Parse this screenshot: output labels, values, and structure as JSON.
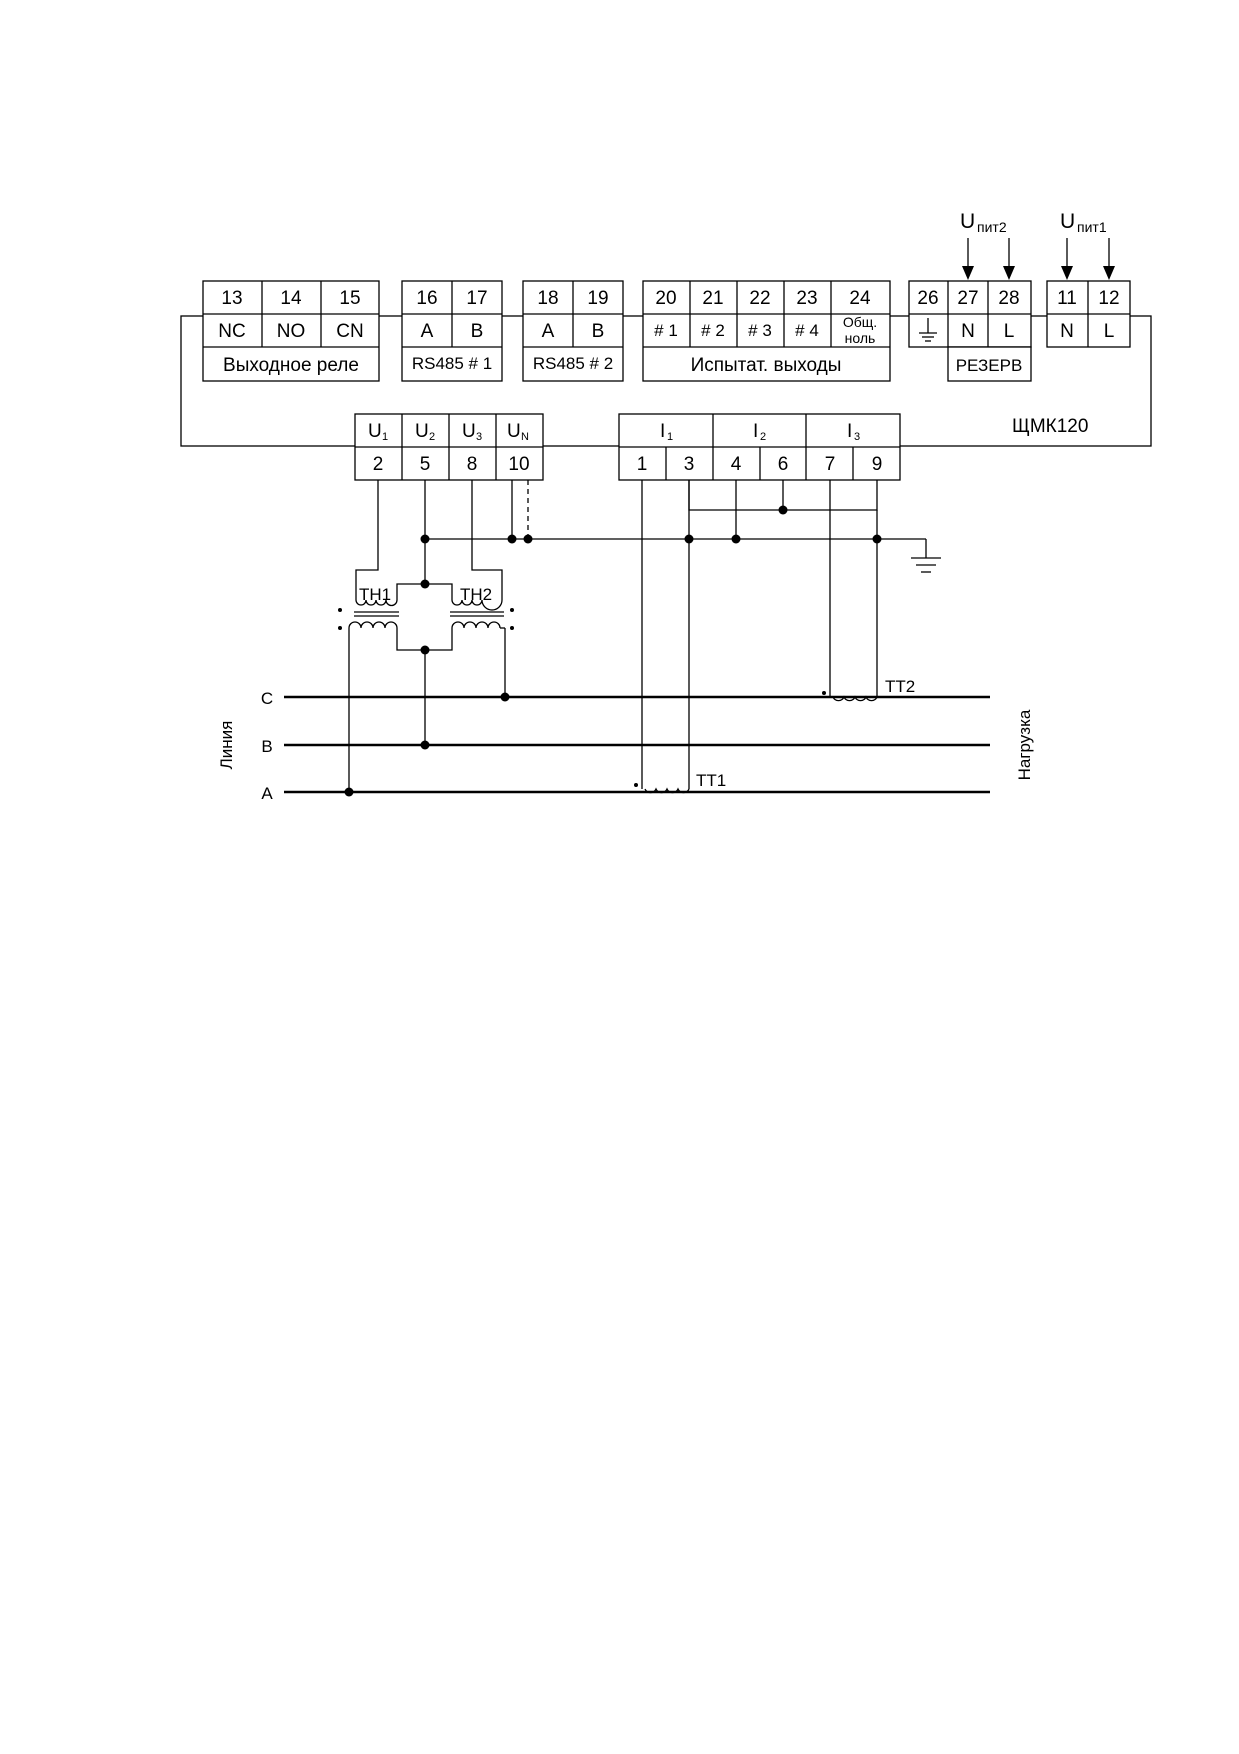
{
  "device_name": "ЩМК120",
  "supply": {
    "u_pit2": {
      "main": "U",
      "sub": "пит2"
    },
    "u_pit1": {
      "main": "U",
      "sub": "пит1"
    }
  },
  "relay": {
    "numbers": [
      "13",
      "14",
      "15"
    ],
    "signals": [
      "NC",
      "NO",
      "CN"
    ],
    "caption": "Выходное реле"
  },
  "rs485_1": {
    "numbers": [
      "16",
      "17"
    ],
    "signals": [
      "A",
      "B"
    ],
    "caption": "RS485 # 1"
  },
  "rs485_2": {
    "numbers": [
      "18",
      "19"
    ],
    "signals": [
      "A",
      "B"
    ],
    "caption": "RS485 # 2"
  },
  "test_outputs": {
    "numbers": [
      "20",
      "21",
      "22",
      "23",
      "24"
    ],
    "signals": [
      "# 1",
      "# 2",
      "# 3",
      "# 4"
    ],
    "common_line1": "Общ.",
    "common_line2": "ноль",
    "caption": "Испытат. выходы"
  },
  "reserve": {
    "numbers": [
      "26",
      "27",
      "28"
    ],
    "signals": [
      "N",
      "L"
    ],
    "caption": "РЕЗЕРВ"
  },
  "power": {
    "numbers": [
      "11",
      "12"
    ],
    "signals": [
      "N",
      "L"
    ]
  },
  "voltage_inputs": {
    "labels": [
      {
        "main": "U",
        "sub": "1"
      },
      {
        "main": "U",
        "sub": "2"
      },
      {
        "main": "U",
        "sub": "3"
      },
      {
        "main": "U",
        "sub": "N"
      }
    ],
    "numbers": [
      "2",
      "5",
      "8",
      "10"
    ]
  },
  "current_inputs": {
    "labels": [
      {
        "main": "I",
        "sub": "1"
      },
      {
        "main": "I",
        "sub": "2"
      },
      {
        "main": "I",
        "sub": "3"
      }
    ],
    "numbers": [
      "1",
      "3",
      "4",
      "6",
      "7",
      "9"
    ]
  },
  "transformers": {
    "th1": "ТН1",
    "th2": "ТН2",
    "tt1": "ТТ1",
    "tt2": "ТТ2"
  },
  "phases": [
    "C",
    "B",
    "A"
  ],
  "line_label": "Линия",
  "load_label": "Нагрузка"
}
